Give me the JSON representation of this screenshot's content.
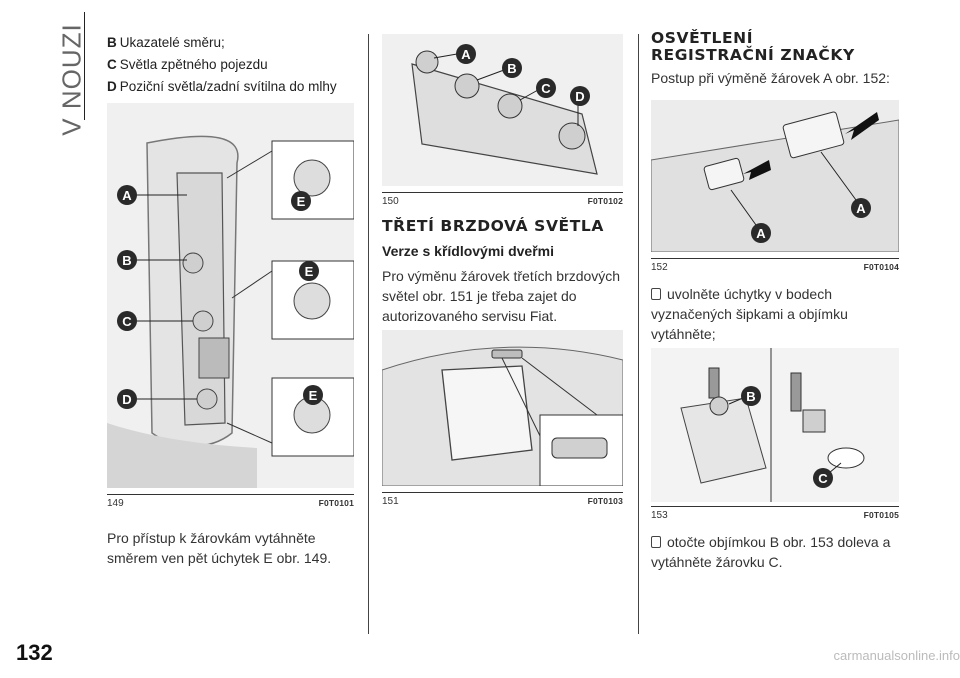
{
  "side_title": "V NOUZI",
  "page_number": "132",
  "footer": "carmanualsonline.info",
  "col1": {
    "legend": [
      {
        "key": "B",
        "text": "Ukazatelé směru;"
      },
      {
        "key": "C",
        "text": "Světla zpětného pojezdu"
      },
      {
        "key": "D",
        "text": "Poziční světla/zadní svítilna do mlhy"
      }
    ],
    "fig": {
      "num": "149",
      "code": "F0T0101",
      "labels": [
        "A",
        "B",
        "C",
        "D",
        "E",
        "E",
        "E"
      ]
    },
    "para": "Pro přístup k žárovkám vytáhněte směrem ven pět úchytek E obr. 149."
  },
  "col2": {
    "fig_top": {
      "num": "150",
      "code": "F0T0102",
      "labels": [
        "A",
        "B",
        "C",
        "D"
      ]
    },
    "heading": "TŘETÍ BRZDOVÁ SVĚTLA",
    "subheading": "Verze s křídlovými dveřmi",
    "para": "Pro výměnu žárovek třetích brzdových světel obr. 151 je třeba zajet do autorizovaného servisu Fiat.",
    "fig_bottom": {
      "num": "151",
      "code": "F0T0103"
    }
  },
  "col3": {
    "heading_line1": "OSVĚTLENÍ",
    "heading_line2": "REGISTRAČNÍ ZNAČKY",
    "intro": "Postup při výměně žárovek A obr. 152:",
    "fig_top": {
      "num": "152",
      "code": "F0T0104",
      "labels": [
        "A",
        "A"
      ]
    },
    "step1": "uvolněte úchytky v bodech vyznačených šipkami a objímku vytáhněte;",
    "fig_bottom": {
      "num": "153",
      "code": "F0T0105",
      "labels": [
        "B",
        "C"
      ]
    },
    "step2": "otočte objímkou B obr. 153 doleva a vytáhněte žárovku C."
  }
}
